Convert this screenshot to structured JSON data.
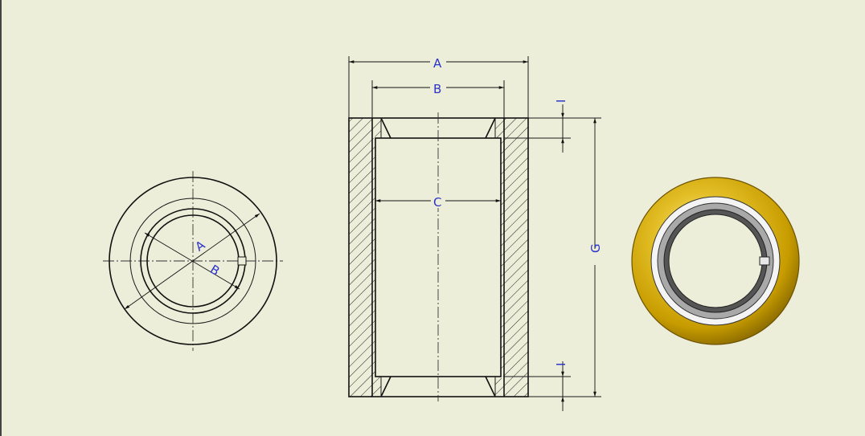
{
  "drawing": {
    "left_view": {
      "dim_a": "A",
      "dim_b": "B"
    },
    "section_view": {
      "dim_a": "A",
      "dim_b": "B",
      "dim_c": "C",
      "dim_g": "G",
      "dim_i_top": "I",
      "dim_i_bottom": "I"
    }
  },
  "colors": {
    "background": "#edeed9",
    "line": "#111111",
    "dimension_text": "#2b33c8",
    "brass_outer": "#d9b21a",
    "brass_edge": "#7a5c00",
    "liner_grey": "#a9a9a9",
    "liner_dark": "#555555"
  }
}
